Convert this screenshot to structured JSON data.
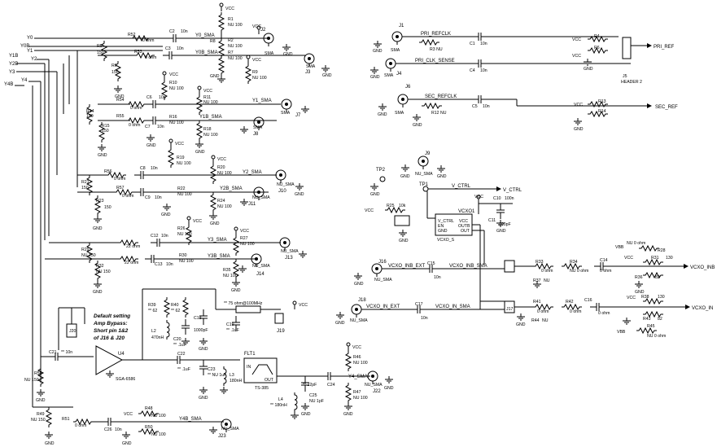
{
  "power": {
    "vcc": "VCC",
    "gnd": "GND"
  },
  "inputs": [
    "Y0",
    "Y0B",
    "Y1",
    "Y1B",
    "Y2",
    "Y2B",
    "Y3",
    "Y4",
    "Y4B"
  ],
  "nets": {
    "y0_sma": "Y0_SMA",
    "y0b_sma": "Y0B_SMA",
    "y1_sma": "Y1_SMA",
    "y1b_sma": "Y1B_SMA",
    "y2_sma": "Y2_SMA",
    "y2b_sma": "Y2B_SMA",
    "y3_sma": "Y3_SMA",
    "y3b_sma": "Y3B_SMA",
    "y4_sma": "Y4_SMA",
    "y4b_sma": "Y4B_SMA",
    "pri_refclk": "PRI_REFCLK",
    "pri_clk_sense": "PRI_CLK_SENSE",
    "pri_ref": "PRI_REF",
    "sec_refclk": "SEC_REFCLK",
    "sec_ref": "SEC_REF",
    "v_ctrl": "V_CTRL",
    "vcxo_inb": "VCXO_INB",
    "vcxo_in": "VCXO_IN",
    "vcxo_inb_ext": "VCXO_INB_EXT",
    "vcxo_inb_sma": "VCXO_INB_SMA",
    "vcxo_in_ext": "VCXO_IN_EXT",
    "vcxo_in_sma": "VCXO_IN_SMA",
    "vbb": "VBB"
  },
  "connectors": {
    "j1": "J1",
    "j2": "J2",
    "j3": "J3",
    "j4": "J4",
    "j5": "J5",
    "header2": "HEADER 2",
    "j6": "J6",
    "j7": "J7",
    "j8": "J8",
    "j9": "J9",
    "j10": "J10",
    "j11": "J11",
    "j13": "J13",
    "j14": "J14",
    "j16": "J16",
    "j17": "J17",
    "j18": "J18",
    "j19": "J19",
    "j20": "J20",
    "j22": "J22",
    "j23": "J23",
    "tp1": "TP1",
    "tp2": "TP2",
    "sma": "SMA",
    "nu_sma": "NU_SMA"
  },
  "components": {
    "r1": "R1",
    "r2": "R2",
    "r3": "R3",
    "r4": "R4",
    "r5": "R5",
    "r6": "R6",
    "r7": "R7",
    "r8": "R8",
    "r9": "R9",
    "r10": "R10",
    "r11": "R11",
    "r12": "R12",
    "r13": "R13",
    "r14": "R14",
    "r15": "R15",
    "r16": "R16",
    "r17": "R17",
    "r18": "R18",
    "r19": "R19",
    "r20": "R20",
    "r21": "R21",
    "r22": "R22",
    "r23": "R23",
    "r24": "R24",
    "r25": "R25",
    "r26": "R26",
    "r27": "R27",
    "r28": "R28",
    "r29": "R29",
    "r30": "R30",
    "r31": "R31",
    "r32": "R32",
    "r33": "R33",
    "r34": "R34",
    "r35": "R35",
    "r36": "R36",
    "r37": "R37",
    "r38": "R38",
    "r39": "R39",
    "r40": "R40",
    "r41": "R41",
    "r42": "R42",
    "r43": "R43",
    "r44": "R44",
    "r45": "R45",
    "r46": "R46",
    "r47": "R47",
    "r48": "R48",
    "r49": "R49",
    "r50": "R50",
    "r51": "R51",
    "r52": "R52",
    "r53": "R53",
    "r54": "R54",
    "r55": "R55",
    "r56": "R56",
    "r57": "R57",
    "r58": "R58",
    "c1": "C1",
    "c2": "C2",
    "c3": "C3",
    "c4": "C4",
    "c5": "C5",
    "c6": "C6",
    "c7": "C7",
    "c8": "C8",
    "c9": "C9",
    "c10": "C10",
    "c11": "C11",
    "c12": "C12",
    "c13": "C13",
    "c14": "C14",
    "c15": "C15",
    "c16": "C16",
    "c17": "C17",
    "c18": "C18",
    "c19": "C19",
    "c20": "C20",
    "c21": "C21",
    "c22": "C22",
    "c23": "C23",
    "c24": "C24",
    "c25": "C25",
    "c26": "C26",
    "l2": "L2",
    "l3": "L3",
    "l4": "L4",
    "flt1": "FLT1",
    "u4": "U4",
    "vcxo1": "VCXO1",
    "sga": "SGA-6586"
  },
  "values": {
    "nu100": "NU 100",
    "nu150": "NU 150",
    "nu82": "NU 82",
    "nu0": "NU 0 ohm",
    "nu": "NU",
    "v150": "150",
    "v130": "130",
    "v82": "82",
    "v62": "62",
    "v10k": "10k",
    "v10n": "10n",
    "v100n": "100n",
    "v0ohm": "0 ohm",
    "v22ohm": "22 ohm",
    "v100pf": "100pF",
    "v1000pf": "1000pF",
    "v1uf": "1uF",
    "v470nh": "470nH",
    "v180nh": "180nH",
    "nu1pf": "NU 1pF",
    "v22pf": "22pF",
    "nu_1uf": "** NU 1uF",
    "ts385": "TS-385",
    "r12_nu": "R12 NU",
    "r3_nu": "R3 NU",
    "l1": "** 75 ohm@100MHz",
    "star62": "** 62",
    "star1uf": "** .1uF",
    "star10n": "** 10n",
    "star22pf": "** 22pF",
    "star180nh": "** 180nH"
  },
  "pins": {
    "en": "EN",
    "gnd": "GND",
    "vctrl": "V_CTRL",
    "vcc": "VCC",
    "outb": "OUTB",
    "out": "OUT",
    "vcxo_s": "VCXO_S",
    "in": "IN",
    "out_u": "OUT"
  },
  "note": [
    "Default setting",
    "Amp Bypass:",
    "Short pin 1&2",
    "of J16 & J20"
  ]
}
